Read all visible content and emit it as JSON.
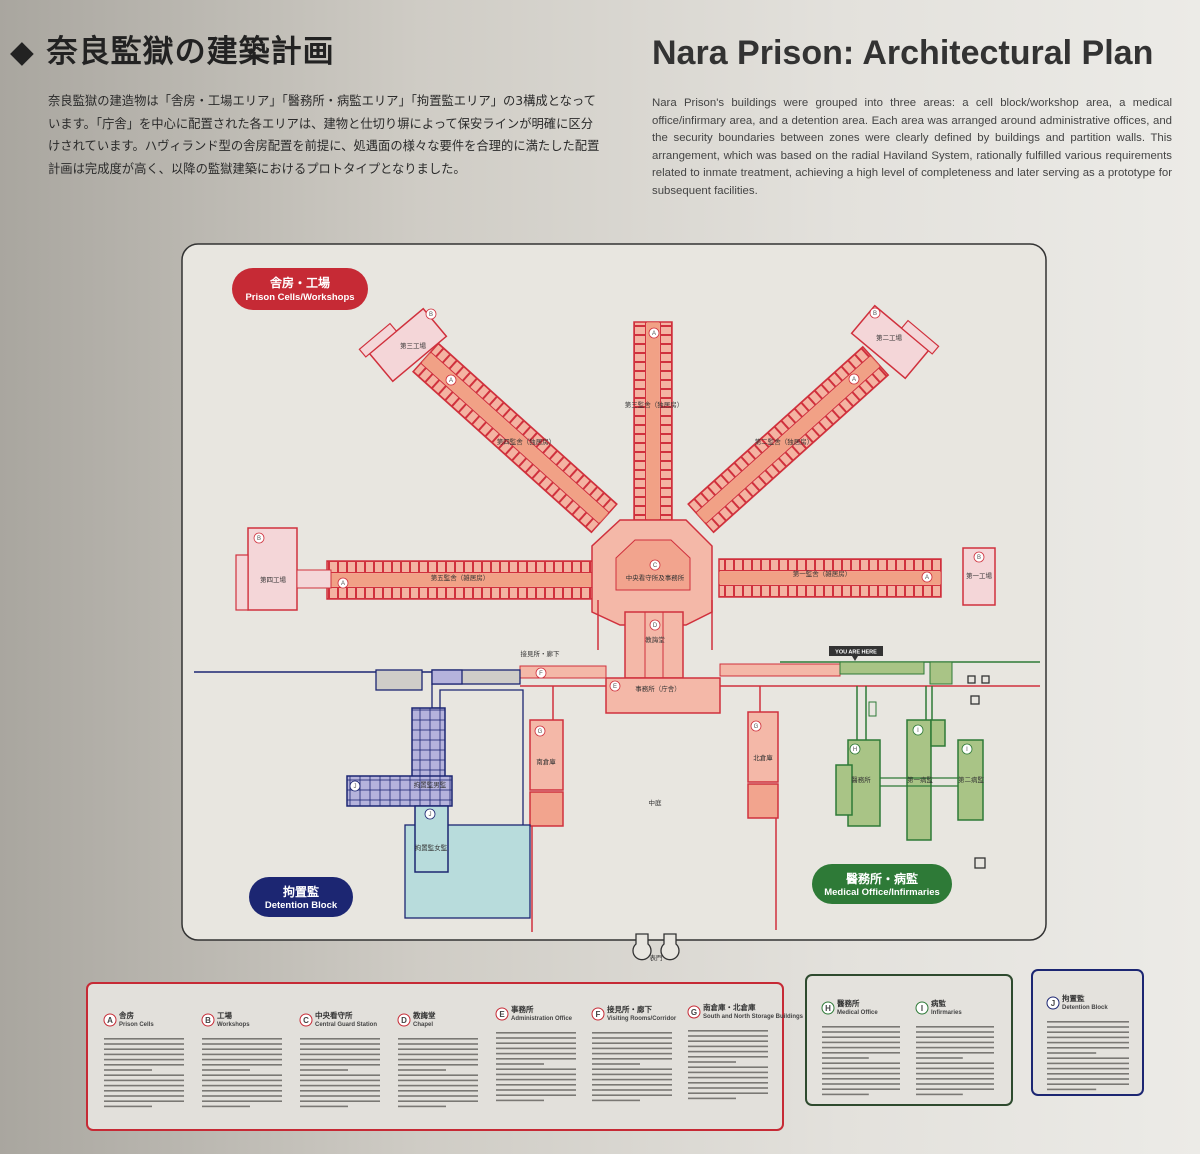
{
  "header": {
    "title_ja": "◆ 奈良監獄の建築計画",
    "title_en": "Nara Prison: Architectural Plan",
    "body_ja": "奈良監獄の建造物は「舎房・工場エリア」「醫務所・病監エリア」「拘置監エリア」の3構成となっています。「庁舎」を中心に配置された各エリアは、建物と仕切り塀によって保安ラインが明確に区分けされています。ハヴィランド型の舎房配置を前提に、処遇面の様々な要件を合理的に満たした配置計画は完成度が高く、以降の監獄建築におけるプロトタイプとなりました。",
    "body_en": "Nara Prison's buildings were grouped into three areas: a cell block/workshop area, a medical office/infirmary area, and a detention area. Each area was arranged around administrative offices, and the security boundaries between zones were clearly defined by buildings and partition walls. This arrangement, which was based on the radial Haviland System, rationally fulfilled various requirements related to inmate treatment, achieving a high level of completeness and later serving as a prototype for subsequent facilities."
  },
  "colors": {
    "cells_red": "#d0313d",
    "cells_fill": "#f2a48e",
    "medical_green": "#2e7a37",
    "medical_fill": "#a9c486",
    "detention_blue": "#1c2672",
    "detention_fill": "#b5b3dc",
    "detention_teal": "#b8dcdc"
  },
  "zones": {
    "cells": {
      "ja": "舎房・工場",
      "en": "Prison Cells/Workshops"
    },
    "detention": {
      "ja": "拘置監",
      "en": "Detention Block"
    },
    "medical": {
      "ja": "醫務所・病監",
      "en": "Medical Office/Infirmaries"
    }
  },
  "plan": {
    "workshop3": "第三工場",
    "workshop2": "第二工場",
    "workshop4": "第四工場",
    "workshop1": "第一工場",
    "wing_north": "第三監舎（独居房）",
    "wing_nw": "第四監舎（独居房）",
    "wing_ne": "第二監舎（独居房）",
    "wing_west": "第五監舎（雑居房）",
    "wing_east": "第一監舎（雑居房）",
    "central": "中央看守所及事務所",
    "chapel": "教誨堂",
    "admin": "事務所（庁舎）",
    "visiting": "接見所・廊下",
    "south_storage": "南倉庫",
    "north_storage": "北倉庫",
    "courtyard": "中庭",
    "gate": "表門",
    "medical": "醫務所",
    "infirmary1": "第一病監",
    "infirmary2": "第二病監",
    "detention1": "拘置監男監",
    "detention2": "拘置監女監",
    "you_are_here": "YOU ARE HERE"
  },
  "legend": [
    {
      "key": "A",
      "ja": "舎房",
      "en": "Prison Cells"
    },
    {
      "key": "B",
      "ja": "工場",
      "en": "Workshops"
    },
    {
      "key": "C",
      "ja": "中央看守所",
      "en": "Central Guard Station"
    },
    {
      "key": "D",
      "ja": "教誨堂",
      "en": "Chapel"
    },
    {
      "key": "E",
      "ja": "事務所",
      "en": "Administration Office"
    },
    {
      "key": "F",
      "ja": "接見所・廊下",
      "en": "Visiting Rooms/Corridor"
    },
    {
      "key": "G",
      "ja": "南倉庫・北倉庫",
      "en": "South and North Storage Buildings"
    },
    {
      "key": "H",
      "ja": "醫務所",
      "en": "Medical Office"
    },
    {
      "key": "I",
      "ja": "病監",
      "en": "Infirmaries"
    },
    {
      "key": "J",
      "ja": "拘置監",
      "en": "Detention Block"
    }
  ]
}
